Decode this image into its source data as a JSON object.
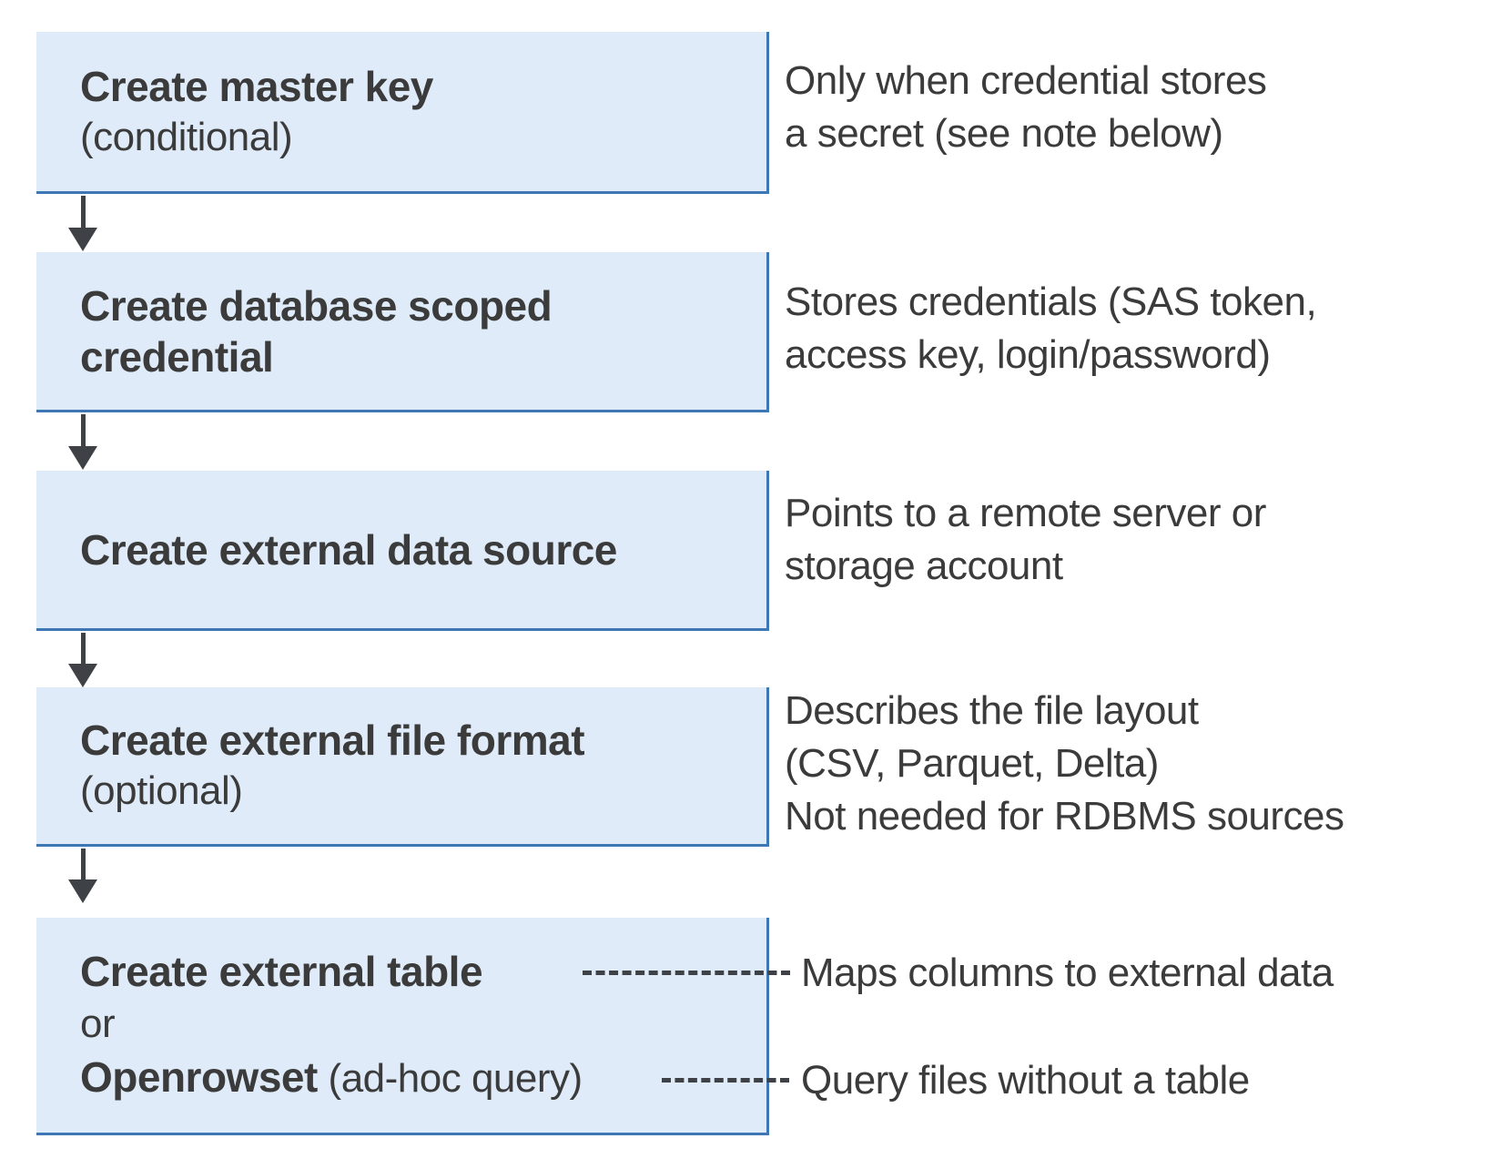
{
  "colors": {
    "box_fill": "#dfebf9",
    "box_border": "#3e78b4",
    "arrow": "#3e4247",
    "ink": "#3b3b3b"
  },
  "steps": [
    {
      "title": "Create master key",
      "subtitle": "(conditional)",
      "note": "Only when credential stores\na secret (see note below)"
    },
    {
      "title": "Create database scoped\ncredential",
      "subtitle": "",
      "note": "Stores credentials (SAS token,\naccess key, login/password)"
    },
    {
      "title": "Create external data source",
      "subtitle": "",
      "note": "Points to a remote server or\nstorage account"
    },
    {
      "title": "Create external file format",
      "subtitle": "(optional)",
      "note": "Describes the file layout\n(CSV, Parquet, Delta)\nNot needed for RDBMS sources"
    }
  ],
  "final_step": {
    "title": "Create external table",
    "connector": "or",
    "alt_title": "Openrowset",
    "alt_suffix": " (ad-hoc query)",
    "note_table": "Maps columns to external data",
    "note_query": "Query files without a table"
  }
}
